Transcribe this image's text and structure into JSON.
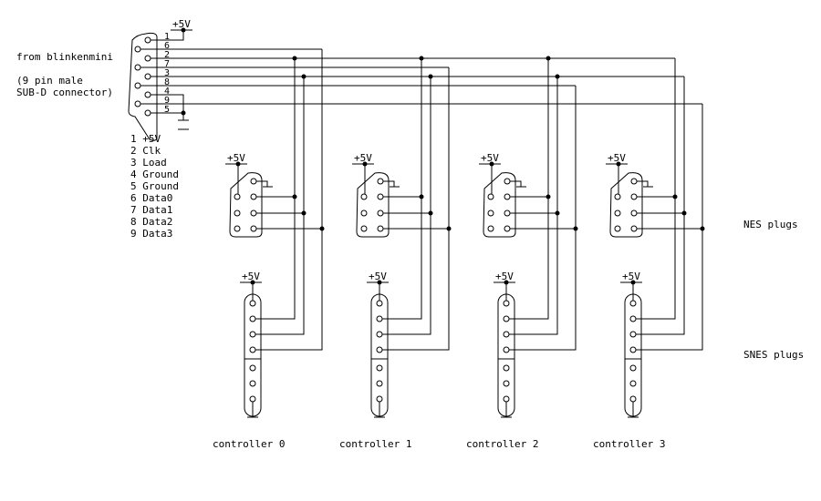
{
  "source": {
    "title": "from blinkenmini",
    "subtitle_line1": "(9 pin male",
    "subtitle_line2": "SUB-D connector)",
    "pin_order": [
      "1",
      "6",
      "2",
      "7",
      "3",
      "8",
      "4",
      "9",
      "5"
    ],
    "pin_legend": [
      "1 +5V",
      "2 Clk",
      "3 Load",
      "4 Ground",
      "5 Ground",
      "6 Data0",
      "7 Data1",
      "8 Data2",
      "9 Data3"
    ]
  },
  "supply_label": "+5V",
  "nes_label": "NES plugs",
  "snes_label": "SNES plugs",
  "controllers": [
    {
      "label": "controller 0",
      "data_pin": "6"
    },
    {
      "label": "controller 1",
      "data_pin": "7"
    },
    {
      "label": "controller 2",
      "data_pin": "8"
    },
    {
      "label": "controller 3",
      "data_pin": "9"
    }
  ]
}
